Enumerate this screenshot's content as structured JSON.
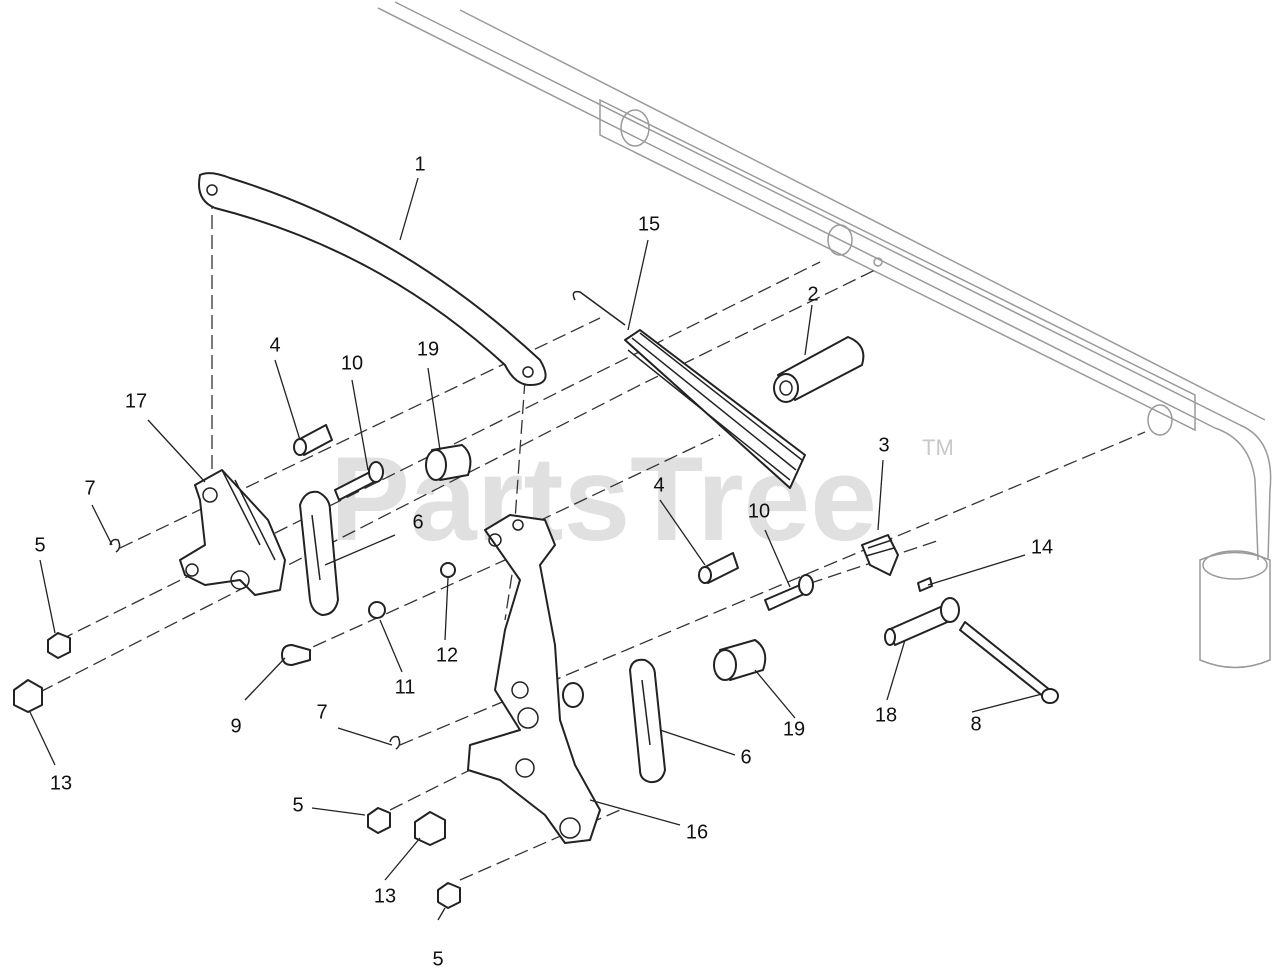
{
  "watermark": {
    "text": "PartsTree",
    "trademark": "TM"
  },
  "callouts": [
    {
      "id": "c1",
      "label": "1"
    },
    {
      "id": "c2",
      "label": "2"
    },
    {
      "id": "c3",
      "label": "3"
    },
    {
      "id": "c4a",
      "label": "4"
    },
    {
      "id": "c4b",
      "label": "4"
    },
    {
      "id": "c5a",
      "label": "5"
    },
    {
      "id": "c5b",
      "label": "5"
    },
    {
      "id": "c5c",
      "label": "5"
    },
    {
      "id": "c6a",
      "label": "6"
    },
    {
      "id": "c6b",
      "label": "6"
    },
    {
      "id": "c7a",
      "label": "7"
    },
    {
      "id": "c7b",
      "label": "7"
    },
    {
      "id": "c8",
      "label": "8"
    },
    {
      "id": "c9",
      "label": "9"
    },
    {
      "id": "c10a",
      "label": "10"
    },
    {
      "id": "c10b",
      "label": "10"
    },
    {
      "id": "c11",
      "label": "11"
    },
    {
      "id": "c12",
      "label": "12"
    },
    {
      "id": "c13a",
      "label": "13"
    },
    {
      "id": "c13b",
      "label": "13"
    },
    {
      "id": "c14",
      "label": "14"
    },
    {
      "id": "c15",
      "label": "15"
    },
    {
      "id": "c16",
      "label": "16"
    },
    {
      "id": "c17",
      "label": "17"
    },
    {
      "id": "c18",
      "label": "18"
    },
    {
      "id": "c19a",
      "label": "19"
    },
    {
      "id": "c19b",
      "label": "19"
    }
  ]
}
